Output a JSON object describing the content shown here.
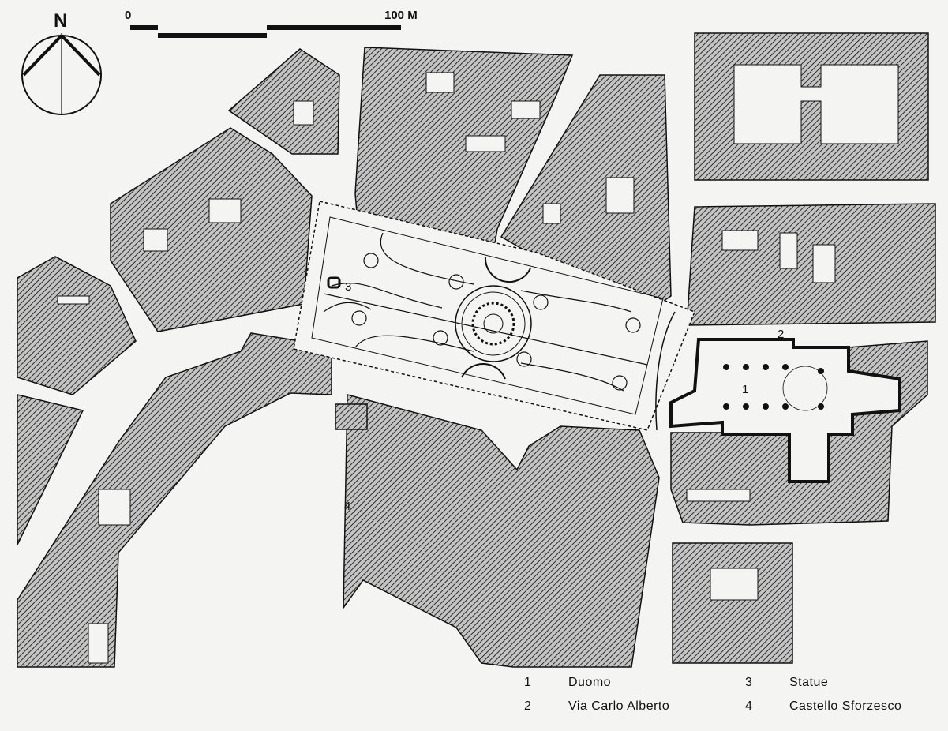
{
  "north_label": "N",
  "scale": {
    "start": "0",
    "end": "100 M"
  },
  "map_labels": [
    {
      "id": "duomo",
      "text": "1"
    },
    {
      "id": "via",
      "text": "2"
    },
    {
      "id": "statue",
      "text": "3"
    },
    {
      "id": "castello",
      "text": "4"
    }
  ],
  "legend": [
    {
      "num": "1",
      "label": "Duomo"
    },
    {
      "num": "2",
      "label": "Via Carlo Alberto"
    },
    {
      "num": "3",
      "label": "Statue"
    },
    {
      "num": "4",
      "label": "Castello Sforzesco"
    }
  ],
  "colors": {
    "hatch": "#222222",
    "paper": "#f4f4f2",
    "block_fill": "#bdbdbd"
  }
}
